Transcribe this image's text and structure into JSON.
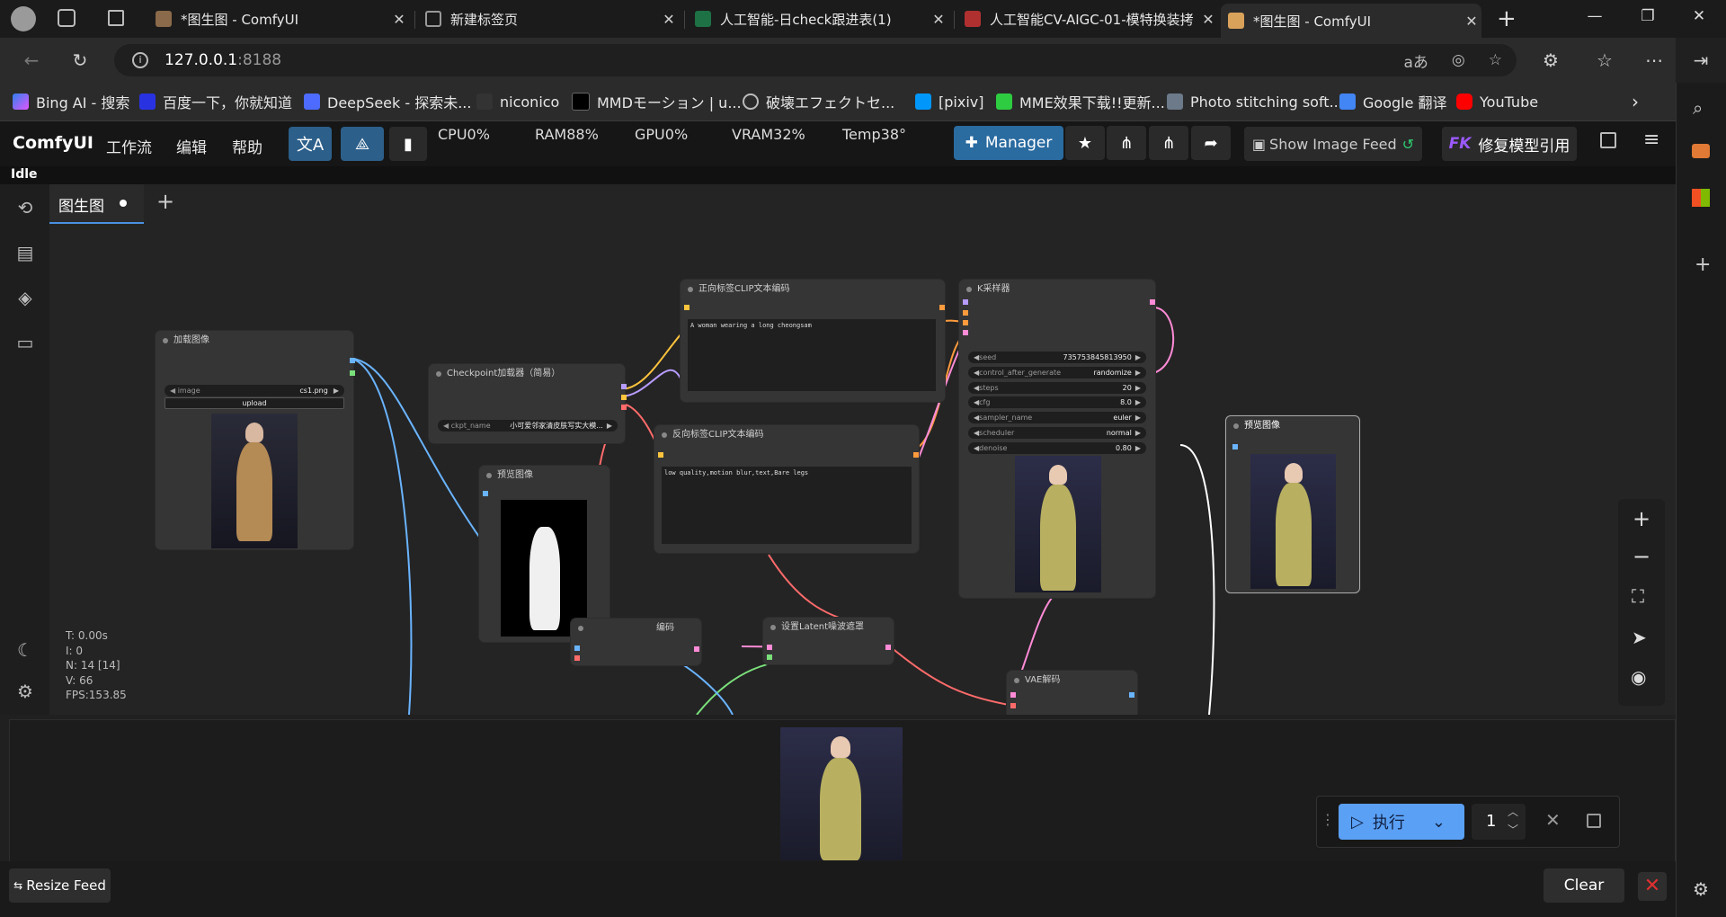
{
  "browser": {
    "tabs": [
      {
        "title": "*图生图 - ComfyUI",
        "active": false
      },
      {
        "title": "新建标签页",
        "active": false
      },
      {
        "title": "人工智能-日check跟进表(1)",
        "active": false
      },
      {
        "title": "人工智能CV-AIGC-01-模特换装拷",
        "active": false
      },
      {
        "title": "*图生图 - ComfyUI",
        "active": true
      }
    ],
    "address_host": "127.0.0.1",
    "address_port": ":8188",
    "bookmarks": [
      "Bing AI - 搜索",
      "百度一下，你就知道",
      "DeepSeek - 探索未...",
      "niconico",
      "MMDモーション | u...",
      "破壊エフェクトセ...",
      "[pixiv]",
      "MME效果下载!!更新...",
      "Photo stitching soft...",
      "Google 翻译",
      "YouTube"
    ]
  },
  "comfy": {
    "logo": "ComfyUI",
    "menu": [
      "工作流",
      "编辑",
      "帮助"
    ],
    "stats": {
      "cpu": "CPU0%",
      "ram": "RAM88%",
      "gpu": "GPU0%",
      "vram": "VRAM32%",
      "temp": "Temp38°"
    },
    "manager_label": "Manager",
    "show_image_feed": "Show Image Feed",
    "fix_model_ref": "修复模型引用",
    "fk": "FK",
    "status": "Idle",
    "workflow_tab": "图生图",
    "info": {
      "t": "T: 0.00s",
      "i": "I: 0",
      "n": "N: 14 [14]",
      "v": "V: 66",
      "fps": "FPS:153.85"
    }
  },
  "nodes": {
    "load_image": {
      "title": "加载图像",
      "image_label": "image",
      "image_value": "cs1.png",
      "upload": "upload"
    },
    "checkpoint": {
      "title": "Checkpoint加载器（简易）",
      "ckpt_label": "ckpt_name",
      "ckpt_value": "小可爱邻家清皮肤写实大模..."
    },
    "positive": {
      "title": "正向标签CLIP文本编码",
      "text": "A woman wearing a long cheongsam"
    },
    "negative": {
      "title": "反向标签CLIP文本编码",
      "text": "low quality,motion blur,text,Bare legs"
    },
    "ksampler": {
      "title": "K采样器",
      "widgets": [
        {
          "label": "seed",
          "value": "735753845813950"
        },
        {
          "label": "control_after_generate",
          "value": "randomize"
        },
        {
          "label": "steps",
          "value": "20"
        },
        {
          "label": "cfg",
          "value": "8.0"
        },
        {
          "label": "sampler_name",
          "value": "euler"
        },
        {
          "label": "scheduler",
          "value": "normal"
        },
        {
          "label": "denoise",
          "value": "0.80"
        }
      ]
    },
    "preview_mask": {
      "title": "预览图像"
    },
    "preview_out": {
      "title": "预览图像"
    },
    "encode": {
      "title": "编码"
    },
    "latent_mask": {
      "title": "设置Latent噪波遮罩"
    },
    "vae_decode": {
      "title": "VAE解码"
    }
  },
  "queue": {
    "run_label": "执行",
    "count": "1"
  },
  "feed": {
    "resize_label": "Resize Feed",
    "clear_label": "Clear"
  }
}
